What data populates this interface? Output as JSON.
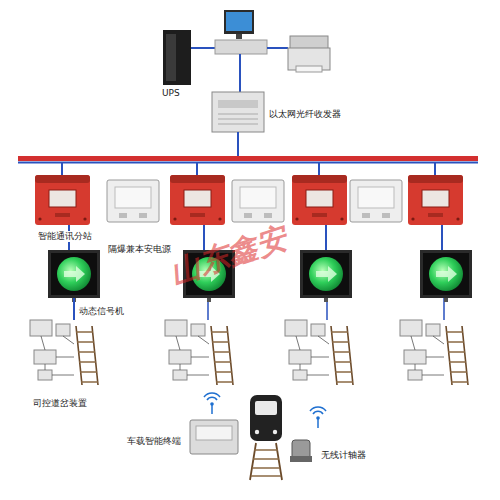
{
  "diagram": {
    "nodes": [
      {
        "text": [
          "UPS"
        ]
      },
      {
        "text": [
          "以太网光纤收发器"
        ]
      },
      {
        "text": [
          "智能通讯分站"
        ]
      },
      {
        "text": [
          "隔爆兼本安电源"
        ]
      },
      {
        "text": [
          "动态信号机"
        ]
      },
      {
        "text": [
          "司控道岔装置"
        ]
      },
      {
        "text": [
          "车载智能终端"
        ]
      },
      {
        "text": [
          "无线计轴器"
        ]
      }
    ],
    "edges": [
      {
        "from": 2,
        "to": 4,
        "arrow": "none"
      },
      {
        "from": 4,
        "to": 5,
        "arrow": "none"
      }
    ],
    "labels": [
      "山东鑫安"
    ]
  }
}
